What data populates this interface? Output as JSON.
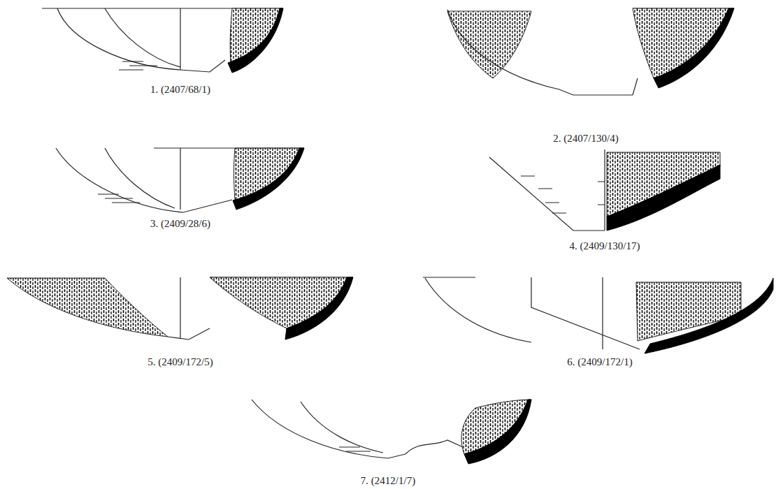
{
  "diagram": {
    "labels": [
      "1. (2407/68/1)",
      "2. (2407/130/4)",
      "3. (2409/28/6)",
      "4. (2409/130/17)",
      "5. (2409/172/5)",
      "6. (2409/172/1)",
      "7. (2412/1/7)"
    ]
  }
}
